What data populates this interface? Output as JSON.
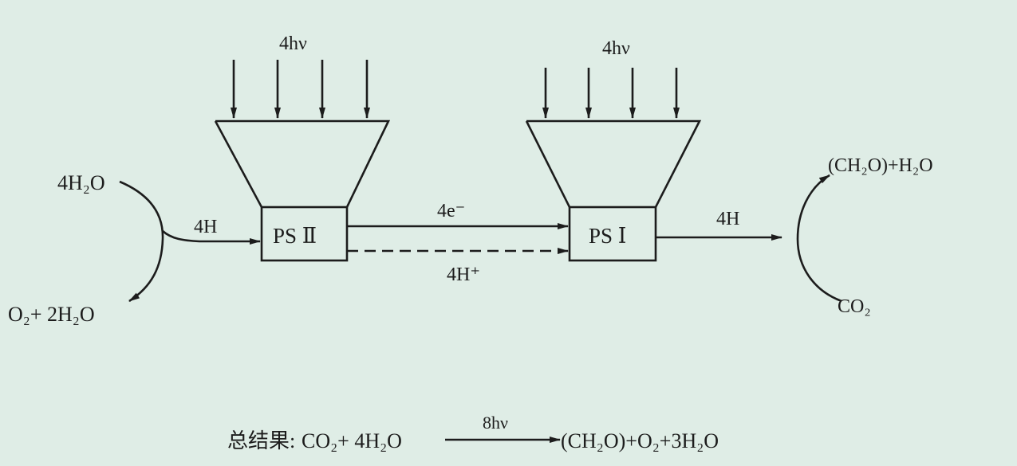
{
  "photosystem_ii": {
    "label": "PS Ⅱ",
    "light_input": "4hν"
  },
  "photosystem_i": {
    "label": "PS Ⅰ",
    "light_input": "4hν"
  },
  "water_input": "4H₂O",
  "water_output": "O₂+ 2H₂O",
  "hydrogen_to_psii": "4H",
  "electron_flow": "4e⁻",
  "proton_flow": "4H⁺",
  "hydrogen_from_psi": "4H",
  "carbon_product": "(CH₂O)+H₂O",
  "carbon_input": "CO₂",
  "summary": {
    "prefix": "总结果:",
    "reactants": "CO₂+ 4H₂O",
    "energy": "8hν",
    "products": "(CH₂O)+O₂+3H₂O"
  }
}
